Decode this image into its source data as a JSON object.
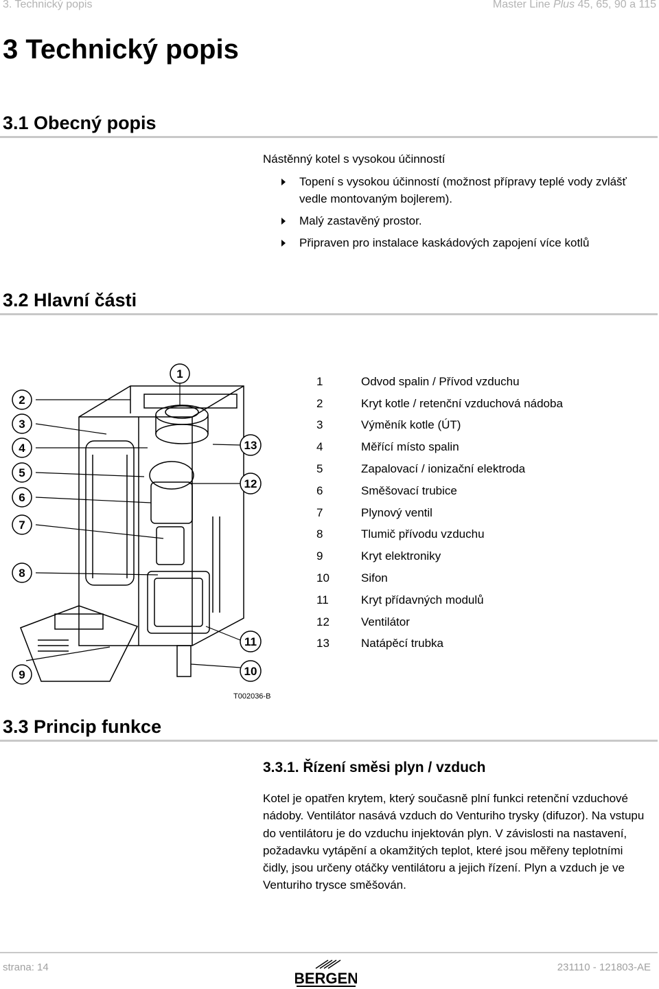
{
  "header": {
    "left": "3. Technický popis",
    "right_prefix": "Master Line",
    "right_italic": "Plus",
    "right_suffix": "45, 65, 90 a 115"
  },
  "title": "3 Technický popis",
  "section1": {
    "heading": "3.1 Obecný popis",
    "intro": "Nástěnný kotel s vysokou účinností",
    "bullets": [
      "Topení s vysokou účinností (možnost přípravy teplé vody zvlášť vedle montovaným bojlerem).",
      "Malý zastavěný prostor.",
      "Připraven pro instalace kaskádových zapojení více kotlů"
    ]
  },
  "section2": {
    "heading": "3.2 Hlavní části",
    "figure_code": "T002036-B",
    "callouts": [
      "1",
      "2",
      "3",
      "4",
      "5",
      "6",
      "7",
      "8",
      "9",
      "10",
      "11",
      "12",
      "13"
    ],
    "legend": [
      {
        "num": "1",
        "label": "Odvod spalin / Přívod vzduchu"
      },
      {
        "num": "2",
        "label": "Kryt kotle / retenční vzduchová nádoba"
      },
      {
        "num": "3",
        "label": "Výměník kotle (ÚT)"
      },
      {
        "num": "4",
        "label": "Měřící místo spalin"
      },
      {
        "num": "5",
        "label": "Zapalovací / ionizační elektroda"
      },
      {
        "num": "6",
        "label": "Směšovací trubice"
      },
      {
        "num": "7",
        "label": "Plynový ventil"
      },
      {
        "num": "8",
        "label": "Tlumič přívodu vzduchu"
      },
      {
        "num": "9",
        "label": "Kryt elektroniky"
      },
      {
        "num": "10",
        "label": "Sifon"
      },
      {
        "num": "11",
        "label": "Kryt přídavných modulů"
      },
      {
        "num": "12",
        "label": "Ventilátor"
      },
      {
        "num": "13",
        "label": "Natápěcí trubka"
      }
    ]
  },
  "section3": {
    "heading": "3.3 Princip funkce",
    "subheading": "3.3.1. Řízení směsi plyn / vzduch",
    "paragraph": "Kotel je opatřen krytem, který současně plní funkci retenční vzduchové nádoby. Ventilátor nasává vzduch do Venturiho trysky (difuzor). Na vstupu do ventilátoru je do vzduchu injektován plyn. V závislosti na nastavení, požadavku vytápění a okamžitých teplot, které jsou měřeny teplotními čidly, jsou určeny otáčky ventilátoru a jejich řízení. Plyn a vzduch je ve Venturiho trysce směšován."
  },
  "footer": {
    "page": "strana: 14",
    "code": "231110 - 121803-AE",
    "logo_text": "BERGEN"
  }
}
